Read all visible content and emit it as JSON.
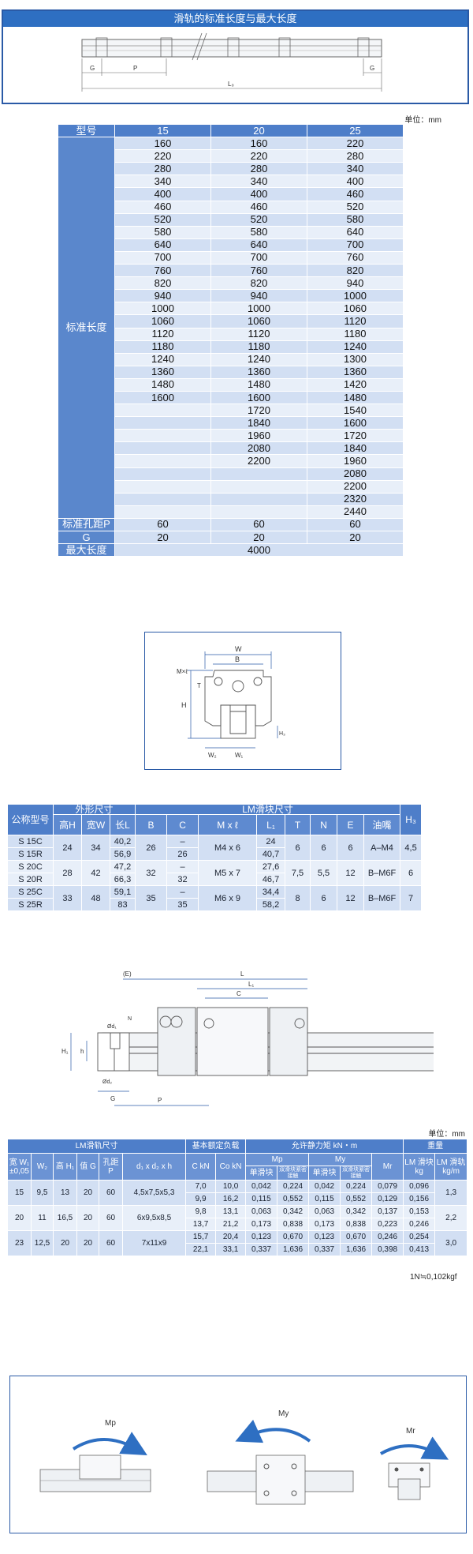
{
  "rail_length_section": {
    "title": "滑轨的标准长度与最大长度",
    "labels": {
      "G_left": "G",
      "P": "P",
      "G_right": "G",
      "L0": "L₀"
    }
  },
  "length_table": {
    "unit": "单位：mm",
    "header_label": "型号",
    "models": [
      "15",
      "20",
      "25"
    ],
    "std_length_label": "标准长度",
    "rows": [
      [
        "160",
        "160",
        "220"
      ],
      [
        "220",
        "220",
        "280"
      ],
      [
        "280",
        "280",
        "340"
      ],
      [
        "340",
        "340",
        "400"
      ],
      [
        "400",
        "400",
        "460"
      ],
      [
        "460",
        "460",
        "520"
      ],
      [
        "520",
        "520",
        "580"
      ],
      [
        "580",
        "580",
        "640"
      ],
      [
        "640",
        "640",
        "700"
      ],
      [
        "700",
        "700",
        "760"
      ],
      [
        "760",
        "760",
        "820"
      ],
      [
        "820",
        "820",
        "940"
      ],
      [
        "940",
        "940",
        "1000"
      ],
      [
        "1000",
        "1000",
        "1060"
      ],
      [
        "1060",
        "1060",
        "1120"
      ],
      [
        "1120",
        "1120",
        "1180"
      ],
      [
        "1180",
        "1180",
        "1240"
      ],
      [
        "1240",
        "1240",
        "1300"
      ],
      [
        "1360",
        "1360",
        "1360"
      ],
      [
        "1480",
        "1480",
        "1420"
      ],
      [
        "1600",
        "1600",
        "1480"
      ],
      [
        "",
        "1720",
        "1540"
      ],
      [
        "",
        "1840",
        "1600"
      ],
      [
        "",
        "1960",
        "1720"
      ],
      [
        "",
        "2080",
        "1840"
      ],
      [
        "",
        "2200",
        "1960"
      ],
      [
        "",
        "",
        "2080"
      ],
      [
        "",
        "",
        "2200"
      ],
      [
        "",
        "",
        "2320"
      ],
      [
        "",
        "",
        "2440"
      ]
    ],
    "pitch_label": "标准孔距P",
    "pitch_values": [
      "60",
      "60",
      "60"
    ],
    "g_label": "G",
    "g_values": [
      "20",
      "20",
      "20"
    ],
    "max_label": "最大长度",
    "max_value": "4000"
  },
  "block_diagram": {
    "labels": {
      "W": "W",
      "B": "B",
      "Mxl": "M×ℓ",
      "T": "T",
      "H": "H",
      "H3": "H₃",
      "W2": "W₂",
      "W1": "W₁"
    }
  },
  "block_table": {
    "headers": {
      "model": "公称型号",
      "outline": "外形尺寸",
      "lm_block": "LM滑块尺寸",
      "H": "高H",
      "W": "宽W",
      "L": "长L",
      "B": "B",
      "C": "C",
      "Mxl": "M x ℓ",
      "L1": "L₁",
      "T": "T",
      "N": "N",
      "E": "E",
      "grease": "油嘴",
      "H3": "H₃"
    },
    "groups": [
      {
        "models": [
          "S 15C",
          "S 15R"
        ],
        "H": "24",
        "W": "34",
        "L": [
          "40,2",
          "56,9"
        ],
        "B": "26",
        "C": [
          "–",
          "26"
        ],
        "Mxl": "M4 x 6",
        "L1": [
          "24",
          "40,7"
        ],
        "T": "6",
        "N": "6",
        "E": "6",
        "grease": "A–M4",
        "H3": "4,5"
      },
      {
        "models": [
          "S 20C",
          "S 20R"
        ],
        "H": "28",
        "W": "42",
        "L": [
          "47,2",
          "66,3"
        ],
        "B": "32",
        "C": [
          "–",
          "32"
        ],
        "Mxl": "M5 x 7",
        "L1": [
          "27,6",
          "46,7"
        ],
        "T": "7,5",
        "N": "5,5",
        "E": "12",
        "grease": "B–M6F",
        "H3": "6"
      },
      {
        "models": [
          "S 25C",
          "S 25R"
        ],
        "H": "33",
        "W": "48",
        "L": [
          "59,1",
          "83"
        ],
        "B": "35",
        "C": [
          "–",
          "35"
        ],
        "Mxl": "M6 x 9",
        "L1": [
          "34,4",
          "58,2"
        ],
        "T": "8",
        "N": "6",
        "E": "12",
        "grease": "B–M6F",
        "H3": "7"
      }
    ]
  },
  "rail_diagram": {
    "labels": {
      "E": "(E)",
      "L": "L",
      "L1": "L₁",
      "C": "C",
      "d1": "Ød₁",
      "d2": "Ød₂",
      "N": "N",
      "h": "h",
      "H1": "H₁",
      "G": "G",
      "P": "P"
    }
  },
  "rail_table": {
    "unit": "单位：mm",
    "headers": {
      "rail_dims": "LM滑轨尺寸",
      "load": "基本额定负载",
      "moment": "允许静力矩 kN・m",
      "weight": "重量",
      "W1": "宽 W₁ ±0,05",
      "W2": "W₂",
      "H1": "高 H₁",
      "G": "值 G",
      "P": "孔距 P",
      "dims": "d₁ x d₂ x h",
      "C": "C kN",
      "C0": "Co kN",
      "Mp": "Mp",
      "My": "My",
      "Mr": "Mr",
      "single": "单滑块",
      "double": "双滑块紧密接触",
      "lm_block_w": "LM 滑块 kg",
      "lm_rail_w": "LM 滑轨 kg/m"
    },
    "groups": [
      {
        "W1": "15",
        "W2": "9,5",
        "H1": "13",
        "G": "20",
        "P": "60",
        "dims": "4,5x7,5x5,3",
        "rows": [
          [
            "7,0",
            "10,0",
            "0,042",
            "0,224",
            "0,042",
            "0,224",
            "0,079",
            "0,096"
          ],
          [
            "9,9",
            "16,2",
            "0,115",
            "0,552",
            "0,115",
            "0,552",
            "0,129",
            "0,156"
          ]
        ],
        "rail_w": "1,3"
      },
      {
        "W1": "20",
        "W2": "11",
        "H1": "16,5",
        "G": "20",
        "P": "60",
        "dims": "6x9,5x8,5",
        "rows": [
          [
            "9,8",
            "13,1",
            "0,063",
            "0,342",
            "0,063",
            "0,342",
            "0,137",
            "0,153"
          ],
          [
            "13,7",
            "21,2",
            "0,173",
            "0,838",
            "0,173",
            "0,838",
            "0,223",
            "0,246"
          ]
        ],
        "rail_w": "2,2"
      },
      {
        "W1": "23",
        "W2": "12,5",
        "H1": "20",
        "G": "20",
        "P": "60",
        "dims": "7x11x9",
        "rows": [
          [
            "15,7",
            "20,4",
            "0,123",
            "0,670",
            "0,123",
            "0,670",
            "0,246",
            "0,254"
          ],
          [
            "22,1",
            "33,1",
            "0,337",
            "1,636",
            "0,337",
            "1,636",
            "0,398",
            "0,413"
          ]
        ],
        "rail_w": "3,0"
      }
    ],
    "note": "1N≒0,102kgf"
  },
  "moment_section": {
    "labels": {
      "Mp": "Mp",
      "My": "My",
      "Mr": "Mr"
    }
  },
  "colors": {
    "accent": "#2e6fc2",
    "header": "#4e7ec9",
    "row_a": "#d2dff3",
    "row_b": "#e8eff9"
  }
}
